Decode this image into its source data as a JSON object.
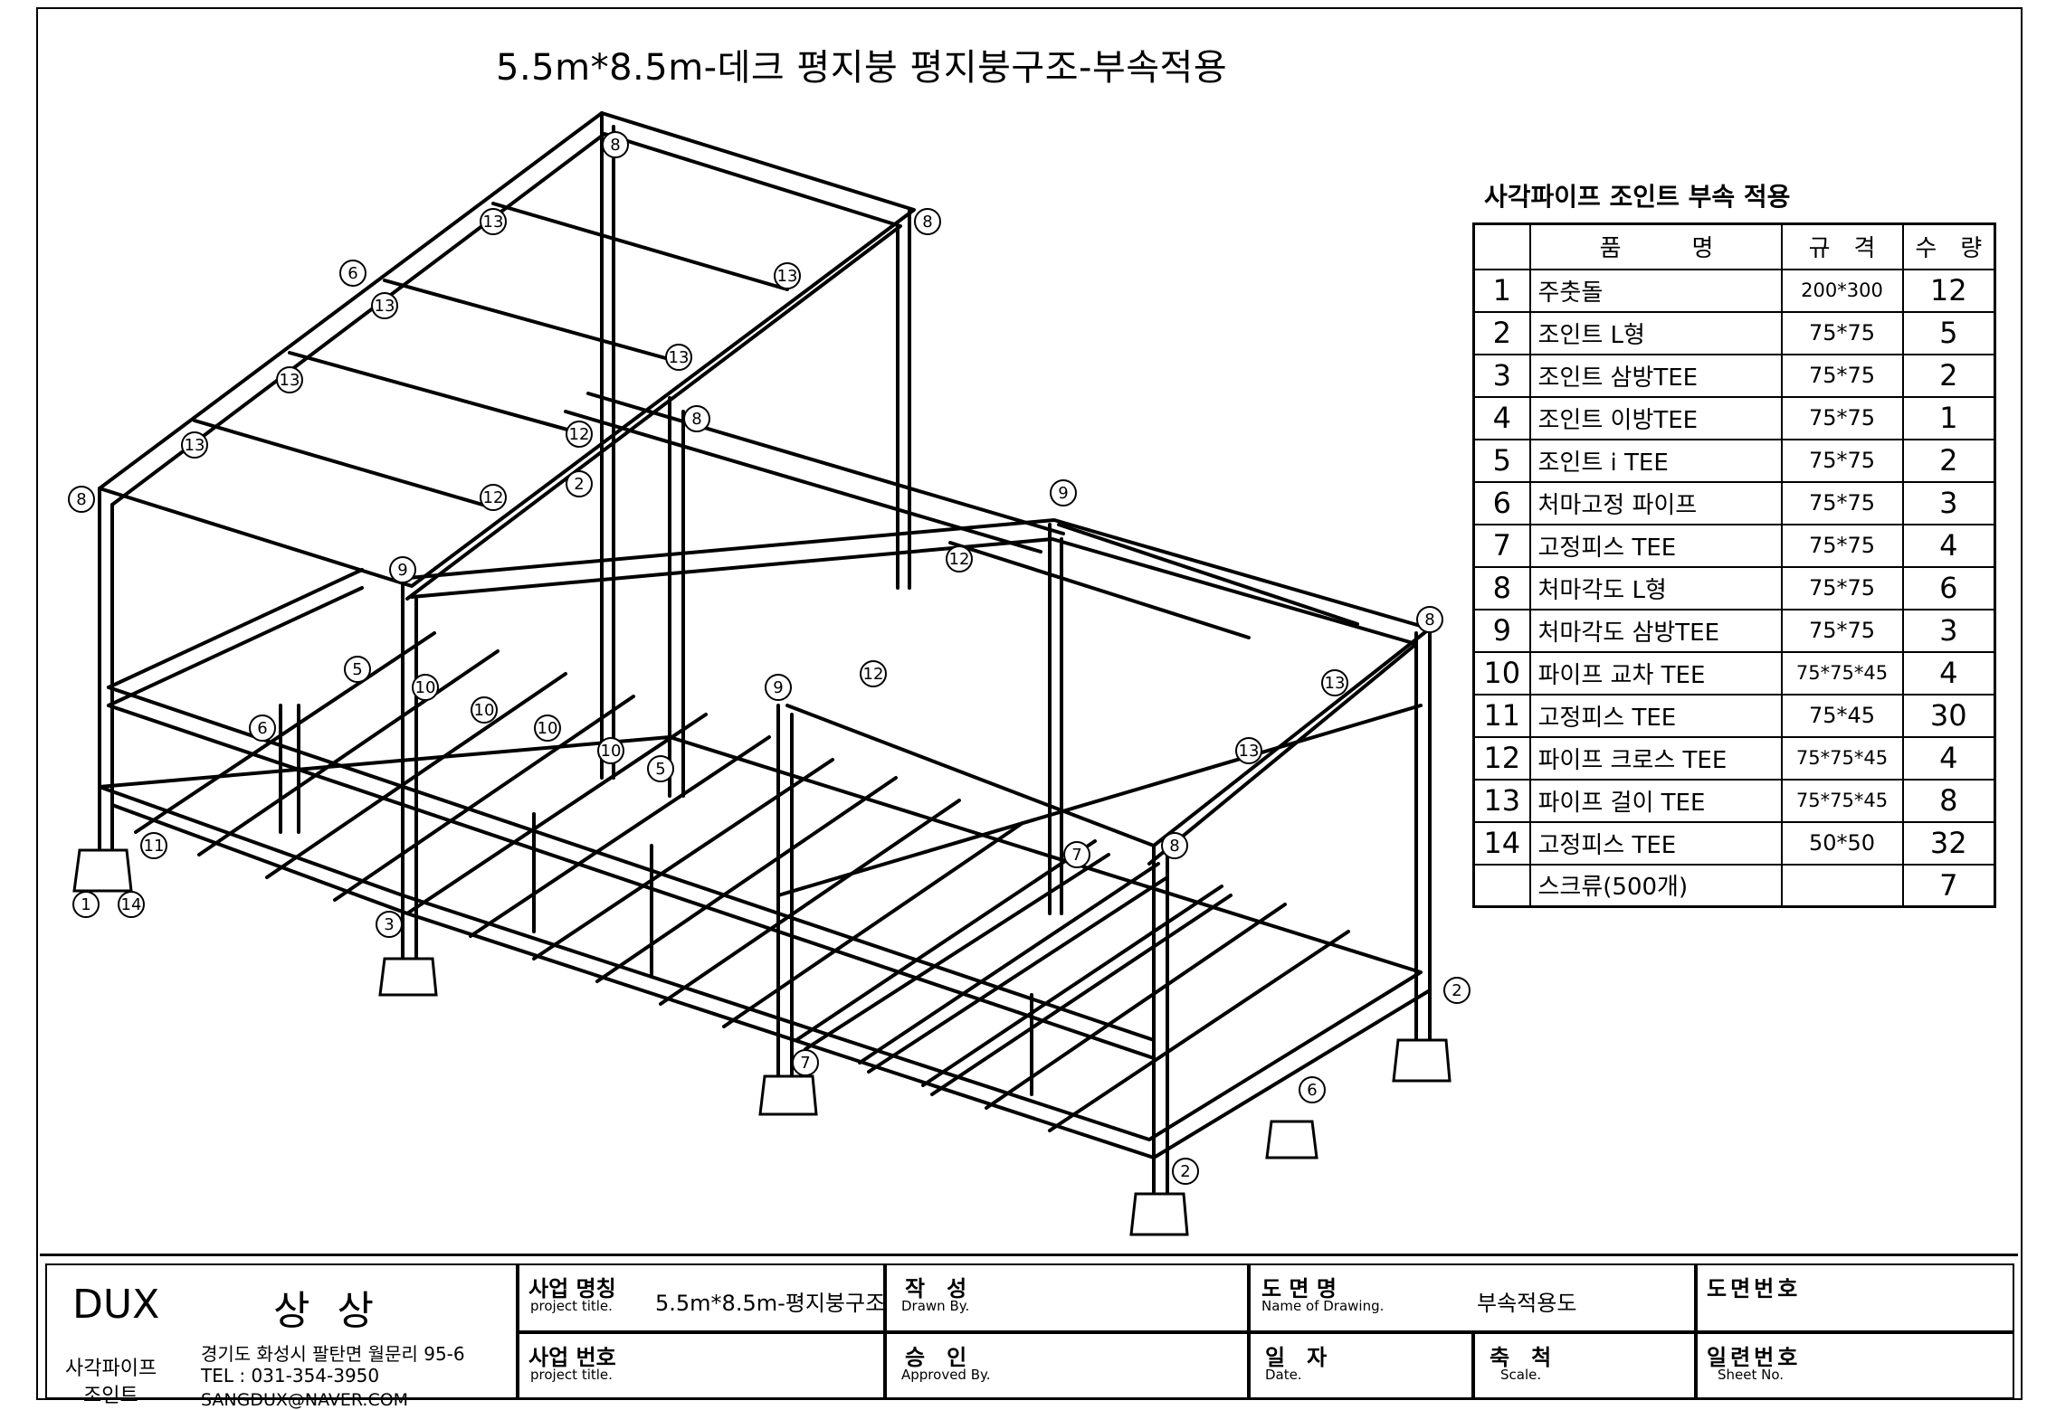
{
  "drawing_title": "5.5m*8.5m-데크 평지붕 평지붕구조-부속적용",
  "parts_table": {
    "title": "사각파이프 조인트 부속 적용",
    "headers": {
      "name": "품　　　명",
      "spec": "규　격",
      "qty": "수　량"
    },
    "rows": [
      {
        "no": "1",
        "name": "주춧돌",
        "spec": "200*300",
        "qty": "12"
      },
      {
        "no": "2",
        "name": "조인트 L형",
        "spec": "75*75",
        "qty": "5"
      },
      {
        "no": "3",
        "name": "조인트 삼방TEE",
        "spec": "75*75",
        "qty": "2"
      },
      {
        "no": "4",
        "name": "조인트 이방TEE",
        "spec": "75*75",
        "qty": "1"
      },
      {
        "no": "5",
        "name": "조인트 i TEE",
        "spec": "75*75",
        "qty": "2"
      },
      {
        "no": "6",
        "name": "처마고정 파이프",
        "spec": "75*75",
        "qty": "3"
      },
      {
        "no": "7",
        "name": "고정피스 TEE",
        "spec": "75*75",
        "qty": "4"
      },
      {
        "no": "8",
        "name": "처마각도 L형",
        "spec": "75*75",
        "qty": "6"
      },
      {
        "no": "9",
        "name": "처마각도 삼방TEE",
        "spec": "75*75",
        "qty": "3"
      },
      {
        "no": "10",
        "name": "파이프 교차 TEE",
        "spec": "75*75*45",
        "qty": "4"
      },
      {
        "no": "11",
        "name": "고정피스 TEE",
        "spec": "75*45",
        "qty": "30"
      },
      {
        "no": "12",
        "name": "파이프 크로스 TEE",
        "spec": "75*75*45",
        "qty": "4"
      },
      {
        "no": "13",
        "name": "파이프 걸이 TEE",
        "spec": "75*75*45",
        "qty": "8"
      },
      {
        "no": "14",
        "name": "고정피스 TEE",
        "spec": "50*50",
        "qty": "32"
      },
      {
        "no": "",
        "name": "스크류(500개)",
        "spec": "",
        "qty": "7"
      }
    ]
  },
  "title_block": {
    "company": {
      "brand": "DUX",
      "name": "상 상",
      "line1": "사각파이프",
      "line2": "조인트",
      "address": "경기도 화성시 팔탄면 월문리 95-6",
      "tel": "TEL : 031-354-3950",
      "email": "SANGDUX@NAVER.COM"
    },
    "project_name": {
      "label": "사업 명칭",
      "sub": "project title.",
      "value": "5.5m*8.5m-평지붕구조"
    },
    "project_no": {
      "label": "사업 번호",
      "sub": "project title."
    },
    "drawn_by": {
      "label": "작　성",
      "sub": "Drawn By."
    },
    "approved_by": {
      "label": "승　인",
      "sub": "Approved By."
    },
    "drawing_name": {
      "label": "도 면 명",
      "sub": "Name of Drawing.",
      "value": "부속적용도"
    },
    "date": {
      "label": "일　자",
      "sub": "Date."
    },
    "scale": {
      "label": "축　척",
      "sub": "Scale."
    },
    "drawing_no": {
      "label": "도면번호"
    },
    "sheet_no": {
      "label": "일련번호",
      "sub": "Sheet No."
    }
  },
  "callouts": [
    "8",
    "8",
    "8",
    "8",
    "8",
    "8",
    "9",
    "9",
    "9",
    "13",
    "13",
    "13",
    "13",
    "13",
    "13",
    "13",
    "13",
    "12",
    "12",
    "12",
    "12",
    "6",
    "6",
    "6",
    "2",
    "2",
    "2",
    "3",
    "5",
    "5",
    "10",
    "10",
    "10",
    "10",
    "14",
    "11",
    "1",
    "7",
    "7"
  ]
}
